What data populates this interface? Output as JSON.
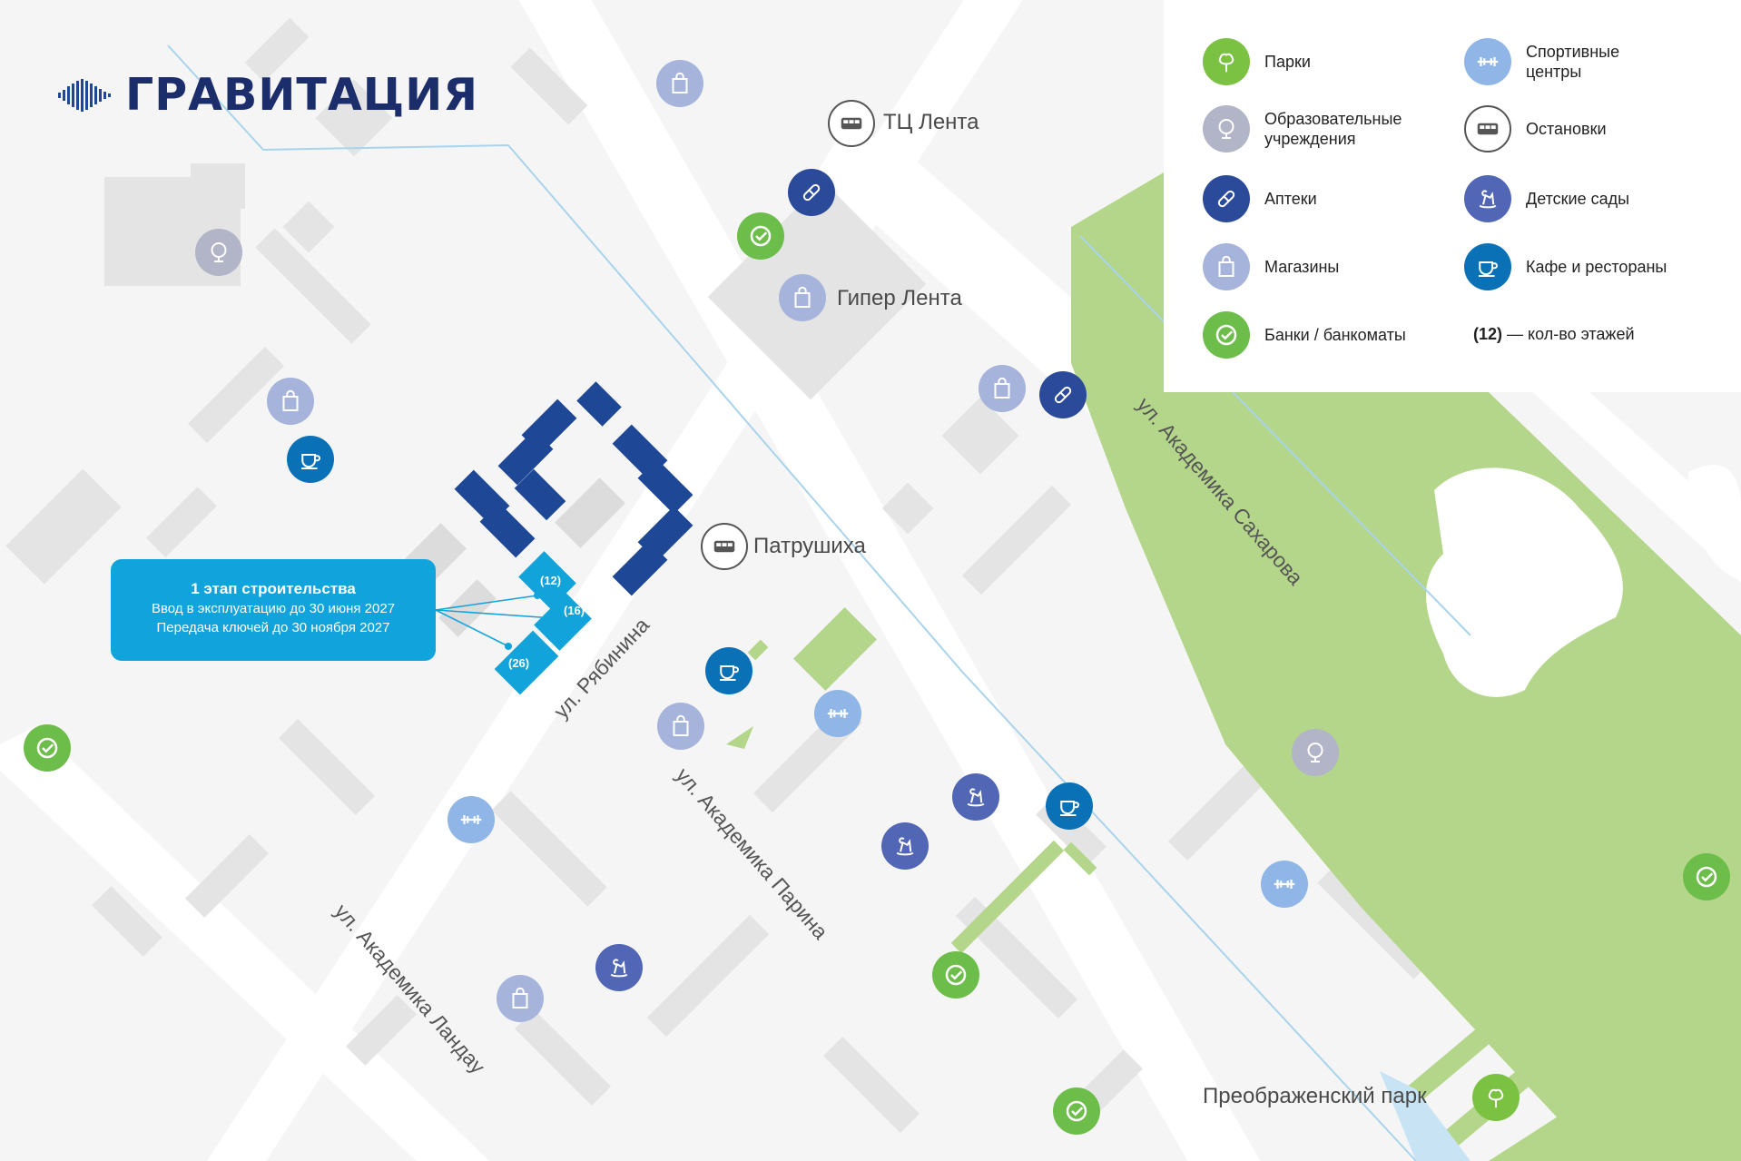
{
  "brand": {
    "name": "ГРАВИТАЦИЯ"
  },
  "places": {
    "tc_lenta": "ТЦ Лента",
    "giper_lenta": "Гипер Лента",
    "patrushikha": "Патрушиха",
    "park": "Преображенский парк"
  },
  "streets": {
    "sakharova": "ул. Академика Сахарова",
    "parina": "ул. Академика Парина",
    "landau": "ул. Академика Ландау",
    "ryabinina": "ул. Рябинина"
  },
  "callout": {
    "title": "1 этап строительства",
    "line1": "Ввод в эксплуатацию до 30 июня 2027",
    "line2": "Передача ключей до 30 ноября 2027"
  },
  "floors": [
    "(12)",
    "(16)",
    "(26)"
  ],
  "legend": {
    "parks": "Парки",
    "sport": "Спортивные центры",
    "education": "Образовательные учреждения",
    "stops": "Остановки",
    "pharmacy": "Аптеки",
    "kindergarten": "Детские сады",
    "shops": "Магазины",
    "cafe": "Кафе и рестораны",
    "banks": "Банки / банкоматы",
    "floors_note_bold": "(12)",
    "floors_note_text": " — кол-во этажей"
  },
  "colors": {
    "park": "#7cc242",
    "bank": "#6dbd4a",
    "education": "#b2b4c8",
    "pharmacy": "#2b4a9a",
    "shop": "#a6b4dc",
    "sport": "#8fb6e6",
    "kindergarten": "#5166b4",
    "cafe": "#0a71b7",
    "building_dark": "#1e4796",
    "building_stage1": "#13a3db",
    "green_area": "#b4d68a",
    "road_shape": "#e4e4e4"
  },
  "icons": [
    "park-icon",
    "sport-icon",
    "education-icon",
    "bus-icon",
    "pharmacy-icon",
    "kindergarten-icon",
    "shop-icon",
    "cafe-icon",
    "bank-icon"
  ]
}
